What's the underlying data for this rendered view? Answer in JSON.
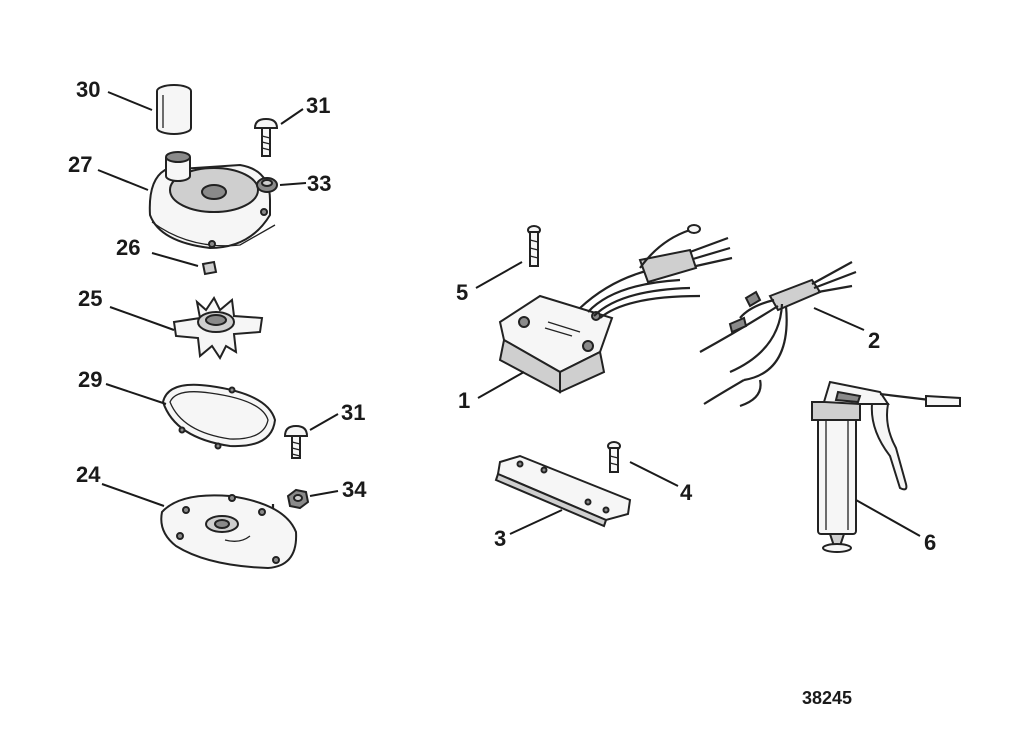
{
  "figure_number": "38245",
  "callouts": {
    "c30": "30",
    "c31a": "31",
    "c27": "27",
    "c33": "33",
    "c26": "26",
    "c25": "25",
    "c29": "29",
    "c31b": "31",
    "c24": "24",
    "c34": "34",
    "c5": "5",
    "c1": "1",
    "c2": "2",
    "c3": "3",
    "c4": "4",
    "c6": "6"
  }
}
